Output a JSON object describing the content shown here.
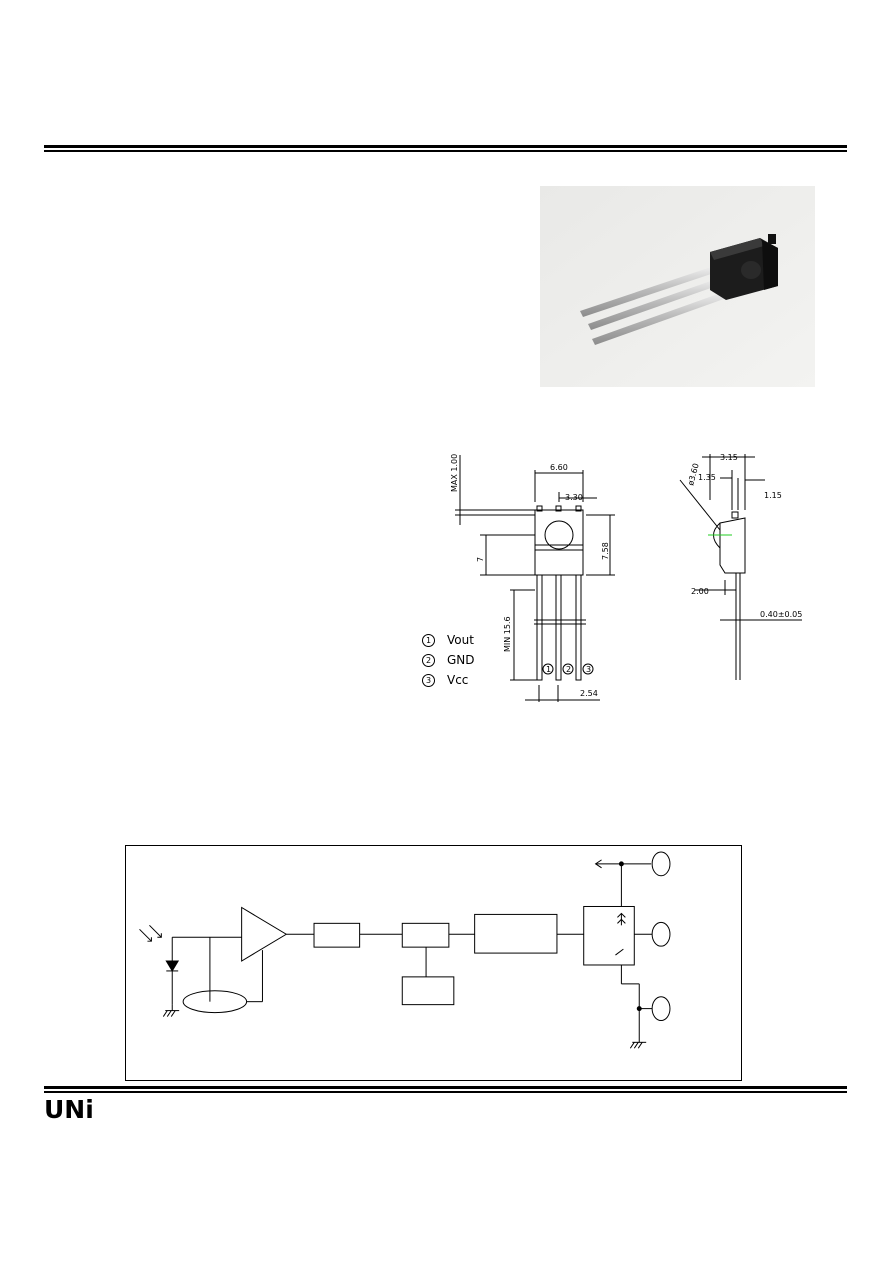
{
  "pins": [
    {
      "num": "1",
      "label": "Vout"
    },
    {
      "num": "2",
      "label": "GND"
    },
    {
      "num": "3",
      "label": "Vcc"
    }
  ],
  "dimensions": {
    "max_100": "MAX 1.00",
    "d_660": "6.60",
    "d_330": "3.30",
    "d_758": "7.58",
    "d_7": "7",
    "min_156": "MIN 15.6",
    "d_254": "2.54",
    "d_315": "3.15",
    "phi_360": "ø3.60",
    "d_135": "1.35",
    "d_115": "1.15",
    "d_200": "2.00",
    "d_040": "0.40±0.05"
  },
  "logo": "UNi",
  "colors": {
    "ink": "#000000",
    "lens_mark": "#22cc22"
  }
}
